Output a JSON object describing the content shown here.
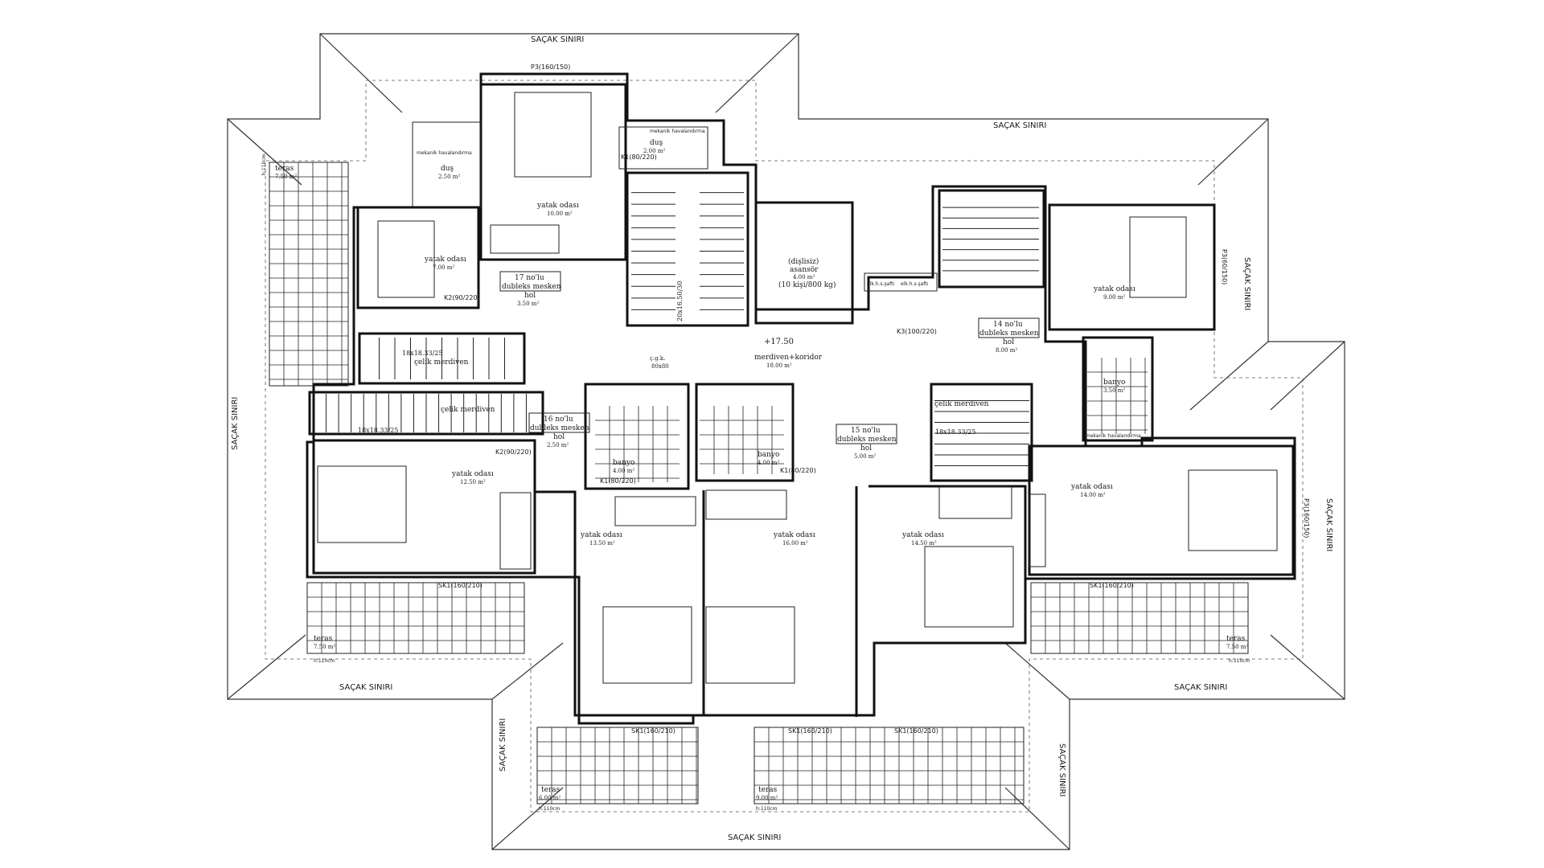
{
  "title": "",
  "roof_labels": {
    "top": "SAÇAK SINIRI",
    "top_right": "SAÇAK SINIRI",
    "left": "SAÇAK SINIRI",
    "right_upper": "SAÇAK SINIRI",
    "right_lower": "SAÇAK SINIRI",
    "bottom_left": "SAÇAK SINIRI",
    "bottom_right": "SAÇAK SINIRI",
    "bottom": "SAÇAK SINIRI",
    "bottom_left_vertical": "SAÇAK SINIRI",
    "bottom_right_vertical": "SAÇAK SINIRI"
  },
  "units": {
    "u17": {
      "name": "17 no'lu",
      "sub": "dubleks mesken",
      "hall": "hol",
      "area": "3.50 m²"
    },
    "u16": {
      "name": "16 no'lu",
      "sub": "dubleks mesken",
      "hall": "hol",
      "area": "2.50 m²"
    },
    "u15": {
      "name": "15 no'lu",
      "sub": "dubleks mesken",
      "hall": "hol",
      "area": "5.00 m²"
    },
    "u14": {
      "name": "14 no'lu",
      "sub": "dubleks mesken",
      "hall": "hol",
      "area": "8.00 m²"
    }
  },
  "rooms": {
    "yatak_10": {
      "name": "yatak odası",
      "area": "10.00 m²"
    },
    "yatak_7": {
      "name": "yatak odası",
      "area": "7.00 m²"
    },
    "yatak_9": {
      "name": "yatak odası",
      "area": "9.00 m²"
    },
    "yatak_12_5": {
      "name": "yatak odası",
      "area": "12.50 m²"
    },
    "yatak_13_5": {
      "name": "yatak odası",
      "area": "13.50 m²"
    },
    "yatak_16": {
      "name": "yatak odası",
      "area": "16.00 m²"
    },
    "yatak_14_5": {
      "name": "yatak odası",
      "area": "14.50 m²"
    },
    "yatak_14": {
      "name": "yatak odası",
      "area": "14.00 m²"
    },
    "dus_2": {
      "name": "duş",
      "area": "2.00 m²"
    },
    "dus_2_5": {
      "name": "duş",
      "area": "2.50 m²"
    },
    "banyo_4a": {
      "name": "banyo",
      "area": "4.00 m²"
    },
    "banyo_4b": {
      "name": "banyo",
      "area": "4.00 m²"
    },
    "banyo_3_5": {
      "name": "banyo",
      "area": "3.50 m²"
    },
    "teras_tl": {
      "name": "teras",
      "area": "7.50 m²"
    },
    "teras_ml": {
      "name": "teras",
      "area": "7.50 m²"
    },
    "teras_mr": {
      "name": "teras",
      "area": "7.50 m²"
    },
    "teras_bl": {
      "name": "teras",
      "area": "6.00 m²"
    },
    "teras_br": {
      "name": "teras",
      "area": "9.00 m²"
    },
    "corridor": {
      "name": "merdiven+koridor",
      "area": "18.00 m²"
    }
  },
  "elevator": {
    "line1": "(dişlisiz)",
    "line2": "asansör",
    "line3": "4.00 m²",
    "line4": "(10 kişi/800 kg)"
  },
  "level": "+17.50",
  "shaft": {
    "line1": "ç.g.k.",
    "line2": "80x80"
  },
  "stairs": {
    "celik": "çelik merdiven",
    "s1": "18x18.33/25",
    "s2": "18x18.33/25",
    "s3": "18x18.33/25",
    "s4": "20x16.50/30"
  },
  "doors": {
    "p3_top": "P3(160/150)",
    "p3_right_upper": "P3(60/150)",
    "p3_right_lower": "P3(160/150)",
    "k1": "K1(80/220)",
    "k2": "K2(90/220)",
    "k3": "K3(100/220)",
    "sk1": "SK1(160/210)"
  },
  "misc": {
    "mekanik": "mekanik havalandırma",
    "elk": "elk.h.s.şaftı",
    "height": "h:110cm"
  }
}
